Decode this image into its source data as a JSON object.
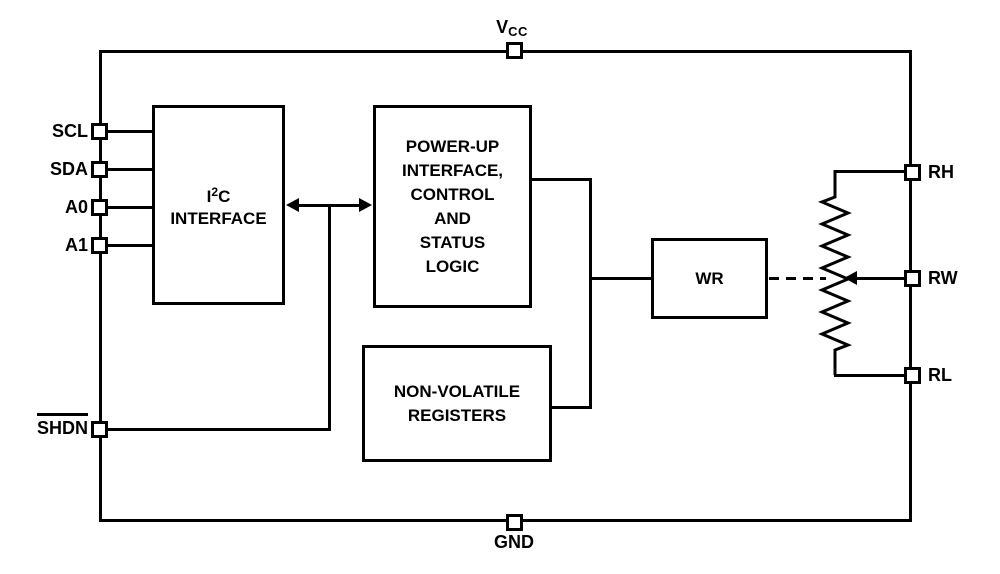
{
  "colors": {
    "line": "#000000",
    "background": "#ffffff"
  },
  "pins": {
    "vcc": {
      "main": "V",
      "sub": "CC"
    },
    "gnd": {
      "label": "GND"
    },
    "scl": {
      "label": "SCL"
    },
    "sda": {
      "label": "SDA"
    },
    "a0": {
      "label": "A0"
    },
    "a1": {
      "label": "A1"
    },
    "shdn": {
      "label": "SHDN",
      "active_low": true
    },
    "rh": {
      "label": "RH"
    },
    "rw": {
      "label": "RW"
    },
    "rl": {
      "label": "RL"
    }
  },
  "blocks": {
    "i2c": {
      "name_prefix": "I",
      "name_sup": "2",
      "name_suffix": "C",
      "line2": "INTERFACE"
    },
    "power_up": {
      "lines": [
        "POWER-UP",
        "INTERFACE,",
        "CONTROL",
        "AND",
        "STATUS",
        "LOGIC"
      ]
    },
    "nonvolatile": {
      "lines": [
        "NON-VOLATILE",
        "REGISTERS"
      ]
    },
    "wr": {
      "label": "WR"
    }
  },
  "icons": {
    "resistor": "vertical-zigzag",
    "wiper": "left-pointing-arrow",
    "i2c-powerup-link": "double-headed-arrow",
    "wr-to-wiper-link": "dashed-line"
  }
}
